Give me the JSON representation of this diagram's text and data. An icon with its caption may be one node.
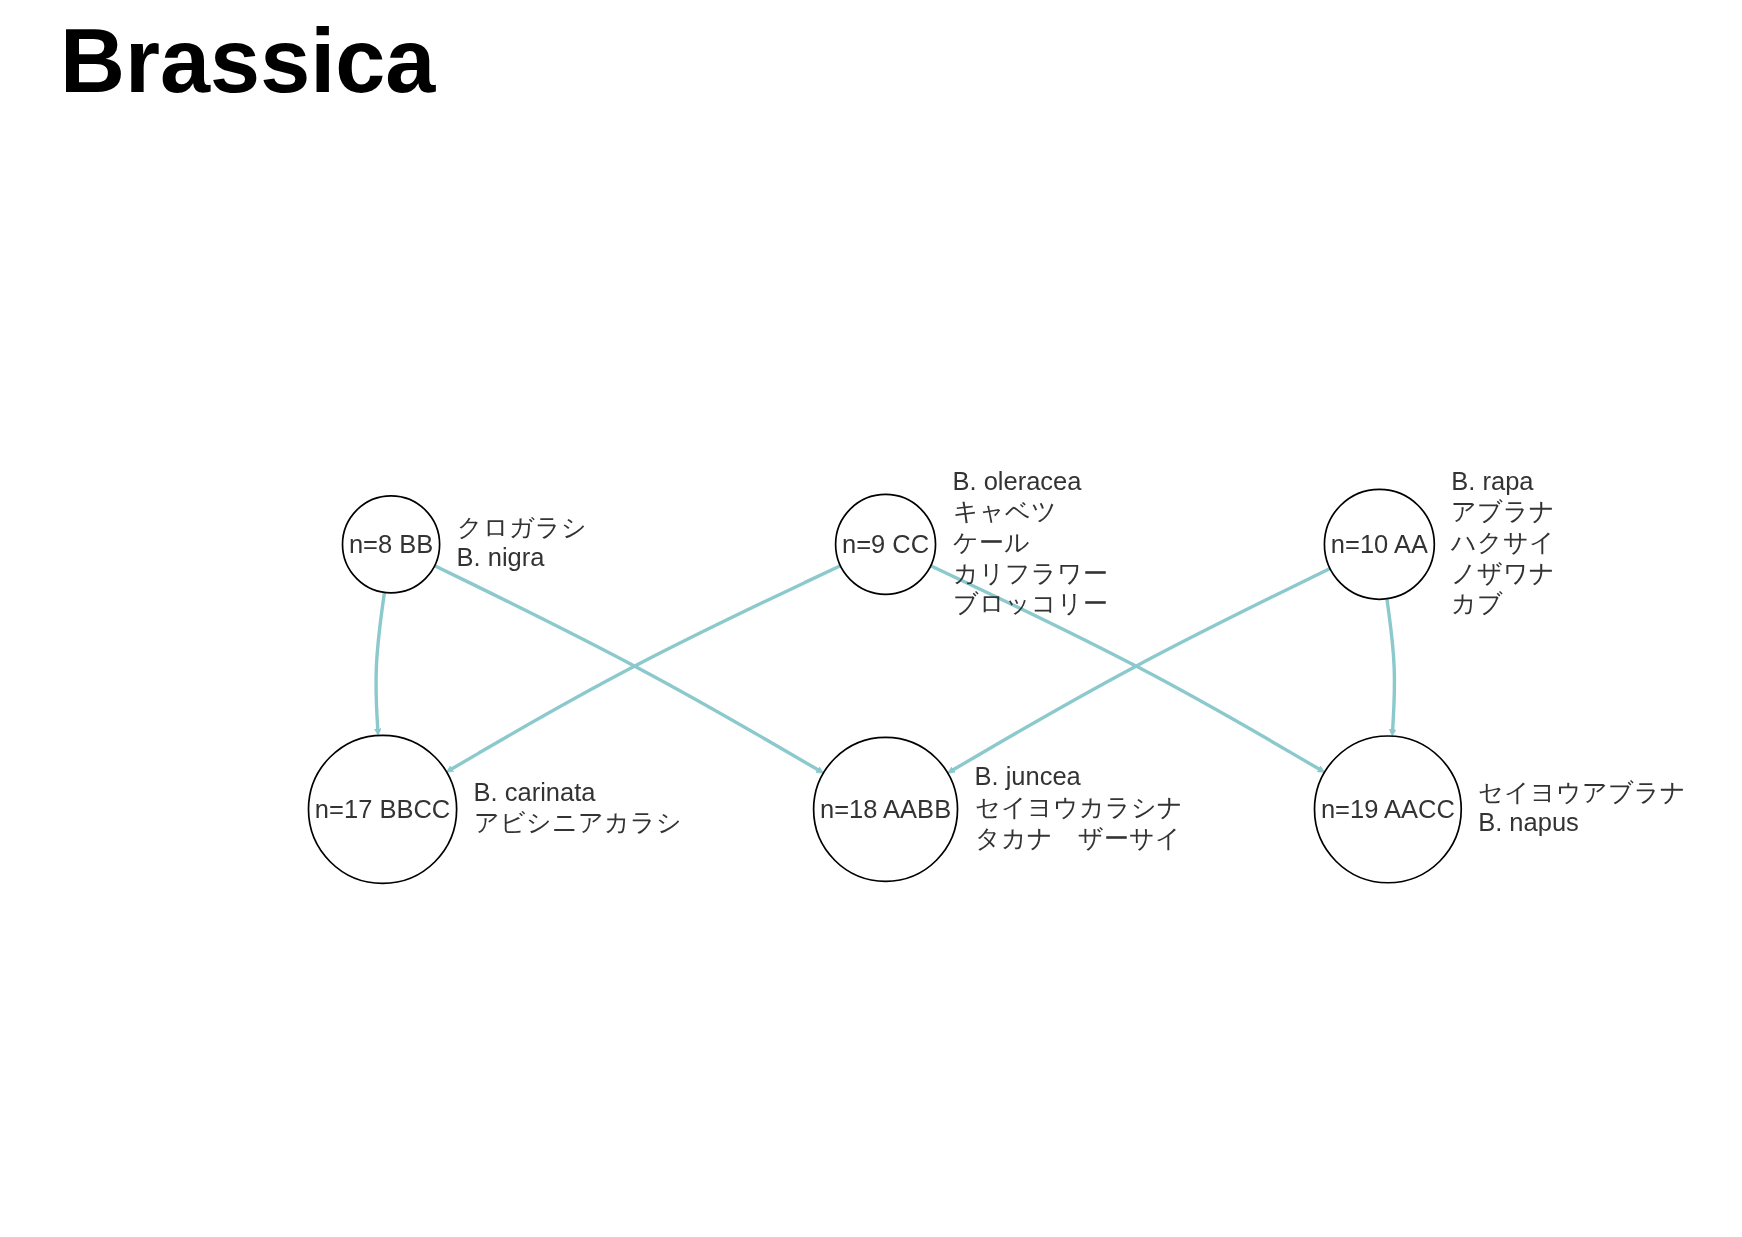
{
  "diagram": {
    "title": "Brassica",
    "nodes": [
      {
        "text": [
          "n=8 BB"
        ],
        "beside": [
          "クロガラシ",
          "B. nigra"
        ]
      },
      {
        "text": [
          "n=17 BBCC"
        ],
        "beside": [
          "B. carinata",
          "アビシニアカラシ"
        ]
      },
      {
        "text": [
          "n=18 AABB"
        ],
        "beside": [
          "B. juncea",
          "セイヨウカラシナ",
          "タカナ　ザーサイ"
        ]
      },
      {
        "text": [
          "n=9 CC"
        ],
        "beside": [
          "B. oleracea",
          "キャベツ",
          "ケール",
          "カリフラワー",
          "ブロッコリー"
        ]
      },
      {
        "text": [
          "n=19 AACC"
        ],
        "beside": [
          "セイヨウアブラナ",
          "B. napus"
        ]
      },
      {
        "text": [
          "n=10 AA"
        ],
        "beside": [
          "B. rapa",
          "アブラナ",
          "ハクサイ",
          "ノザワナ",
          "カブ"
        ]
      }
    ],
    "edges": [
      {
        "from": 0,
        "to": 1,
        "arrow": "to"
      },
      {
        "from": 0,
        "to": 2,
        "arrow": "to"
      },
      {
        "from": 3,
        "to": 1,
        "arrow": "to"
      },
      {
        "from": 5,
        "to": 2,
        "arrow": "to"
      },
      {
        "from": 3,
        "to": 4,
        "arrow": "to"
      },
      {
        "from": 5,
        "to": 4,
        "arrow": "to"
      }
    ]
  }
}
